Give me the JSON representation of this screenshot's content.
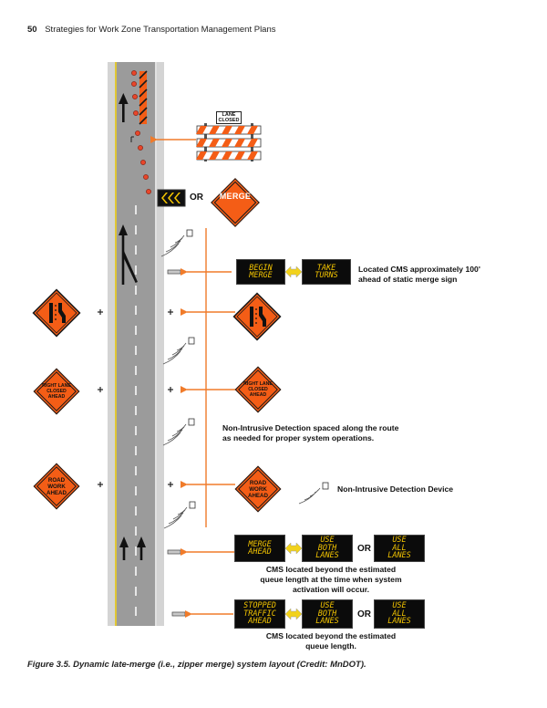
{
  "header": {
    "page_number": "50",
    "title": "Strategies for Work Zone Transportation Management Plans"
  },
  "caption": "Figure 3.5.   Dynamic late-merge (i.e., zipper merge) system layout (Credit: MnDOT).",
  "barricade": {
    "sign_line1": "LANE",
    "sign_line2": "CLOSED"
  },
  "top_signs": {
    "or_text": "OR",
    "merge_sign": "MERGE"
  },
  "cms_begin_merge": {
    "panel1": [
      "BEGIN",
      "MERGE"
    ],
    "panel2": [
      "TAKE",
      "TURNS"
    ],
    "note_line1": "Located CMS approximately 100'",
    "note_line2": "ahead of static merge sign"
  },
  "diamond_signs": {
    "right_lane_closed": [
      "RIGHT LANE",
      "CLOSED",
      "AHEAD"
    ],
    "road_work": [
      "ROAD",
      "WORK",
      "AHEAD"
    ]
  },
  "detection_note": {
    "line1": "Non-Intrusive Detection spaced along the route",
    "line2": "as needed for proper system operations."
  },
  "legend": {
    "detector_label": "Non-Intrusive Detection Device"
  },
  "cms_merge_ahead": {
    "panel1": [
      "MERGE",
      "AHEAD"
    ],
    "panel2": [
      "USE",
      "BOTH",
      "LANES"
    ],
    "or_text": "OR",
    "panel3": [
      "USE",
      "ALL",
      "LANES"
    ],
    "note_line1": "CMS located beyond the estimated",
    "note_line2": "queue length at the time when system",
    "note_line3": "activation will occur."
  },
  "cms_stopped_traffic": {
    "panel1": [
      "STOPPED",
      "TRAFFIC",
      "AHEAD"
    ],
    "panel2": [
      "USE",
      "BOTH",
      "LANES"
    ],
    "or_text": "OR",
    "panel3": [
      "USE",
      "ALL",
      "LANES"
    ],
    "note_line1": "CMS located beyond the estimated",
    "note_line2": "queue length."
  },
  "colors": {
    "road": "#9b9b9b",
    "shoulder": "#d4d4d4",
    "edge_line": "#f2d21b",
    "sign_orange": "#f45d16",
    "arrow_orange": "#f07b2a",
    "cms_text": "#f3c400",
    "cms_bg": "#0b0b0b",
    "cone": "#e8462a"
  }
}
